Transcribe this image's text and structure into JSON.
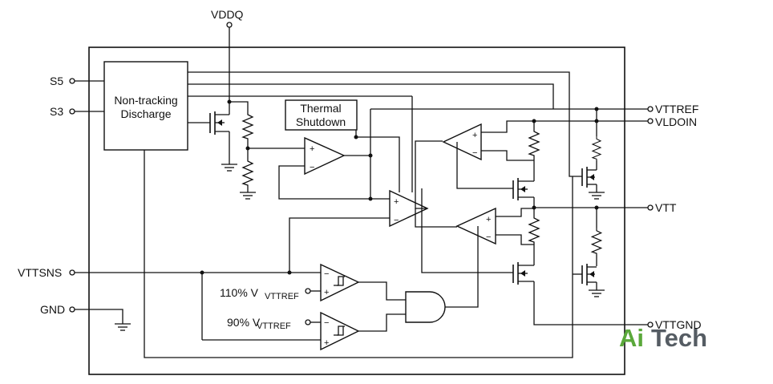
{
  "pins": {
    "vddq": "VDDQ",
    "s5": "S5",
    "s3": "S3",
    "vttsns": "VTTSNS",
    "gnd": "GND",
    "vttref": "VTTREF",
    "vldoin": "VLDOIN",
    "vtt": "VTT",
    "vttgnd": "VTTGND"
  },
  "blocks": {
    "discharge_line1": "Non-tracking",
    "discharge_line2": "Discharge",
    "thermal_line1": "Thermal",
    "thermal_line2": "Shutdown"
  },
  "thresholds": {
    "ov_prefix": "110% V",
    "ov_sub": "VTTREF",
    "uv_prefix": "90% V",
    "uv_sub": "VTTREF"
  },
  "opamp_signs": {
    "plus": "+",
    "minus": "−"
  },
  "watermark": {
    "part1": "Ai",
    "part2": "Tech"
  }
}
